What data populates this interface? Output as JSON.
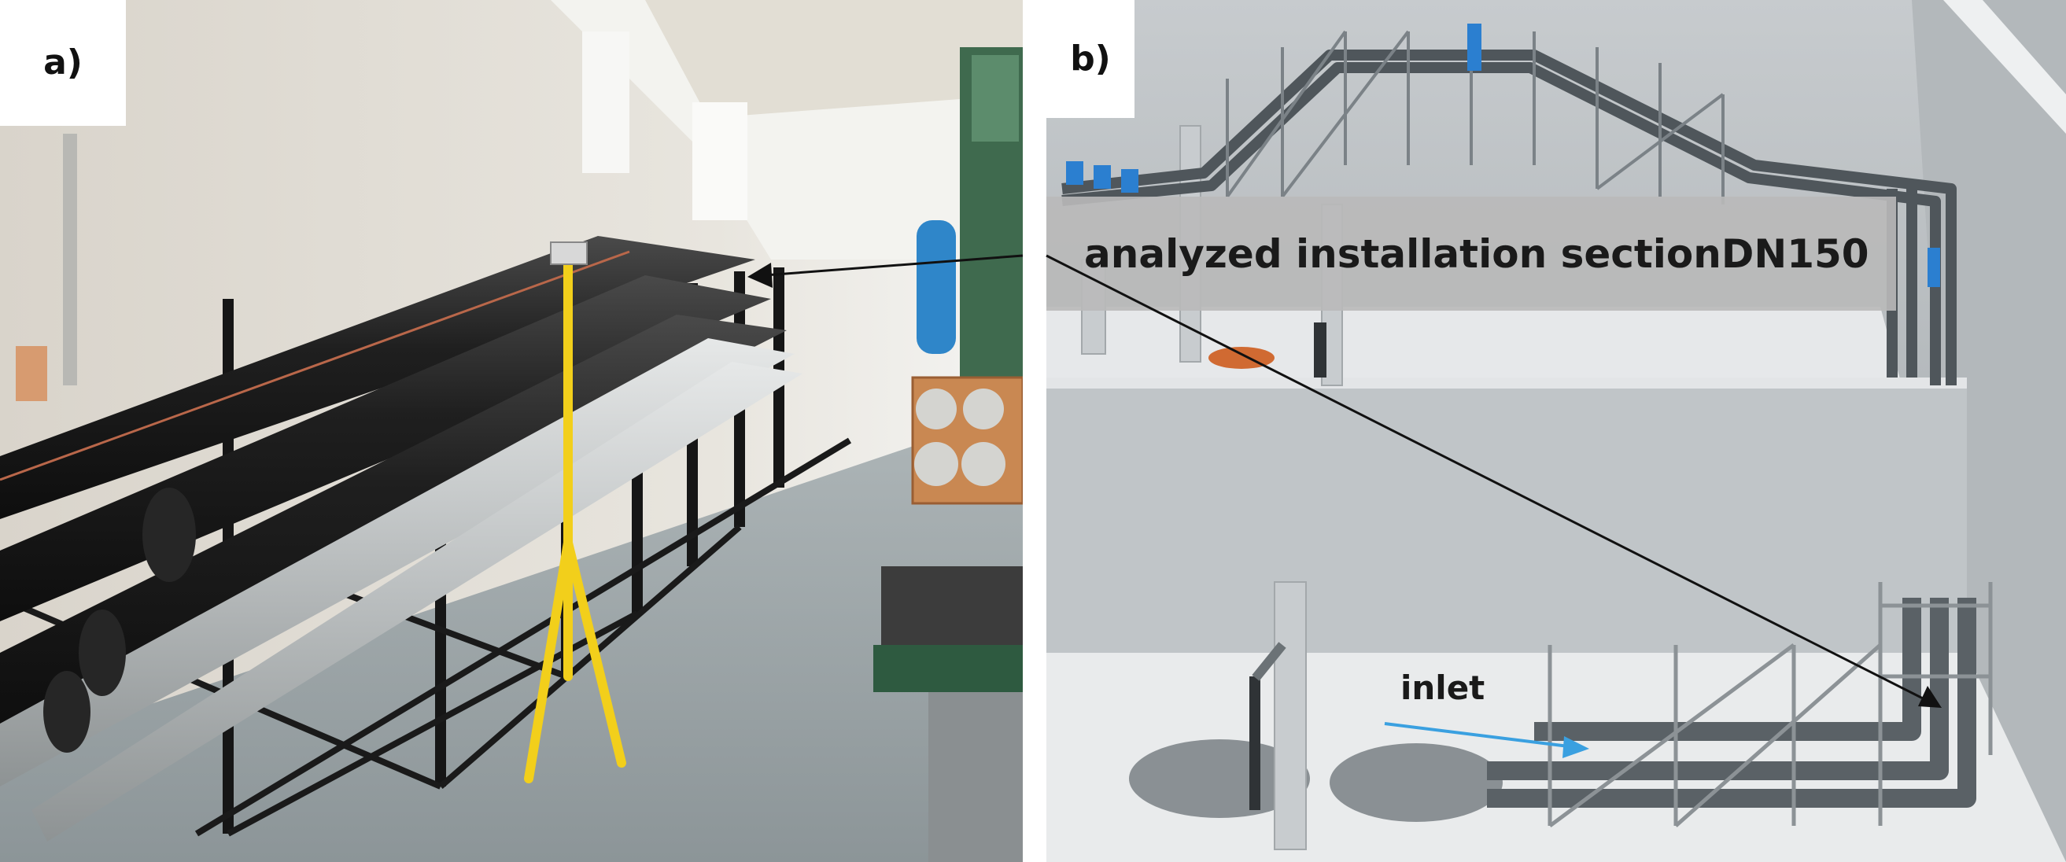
{
  "panels": {
    "a": {
      "label": "a)"
    },
    "b": {
      "label": "b)",
      "callout_text": "analyzed installation sectionDN150",
      "inlet_text": "inlet"
    }
  },
  "colors": {
    "yellow_tripod": "#f2cf1b",
    "blue_tank": "#2f86c9",
    "inlet_arrow": "#3aa0e0",
    "callout_bg": "#b9b9b9"
  }
}
